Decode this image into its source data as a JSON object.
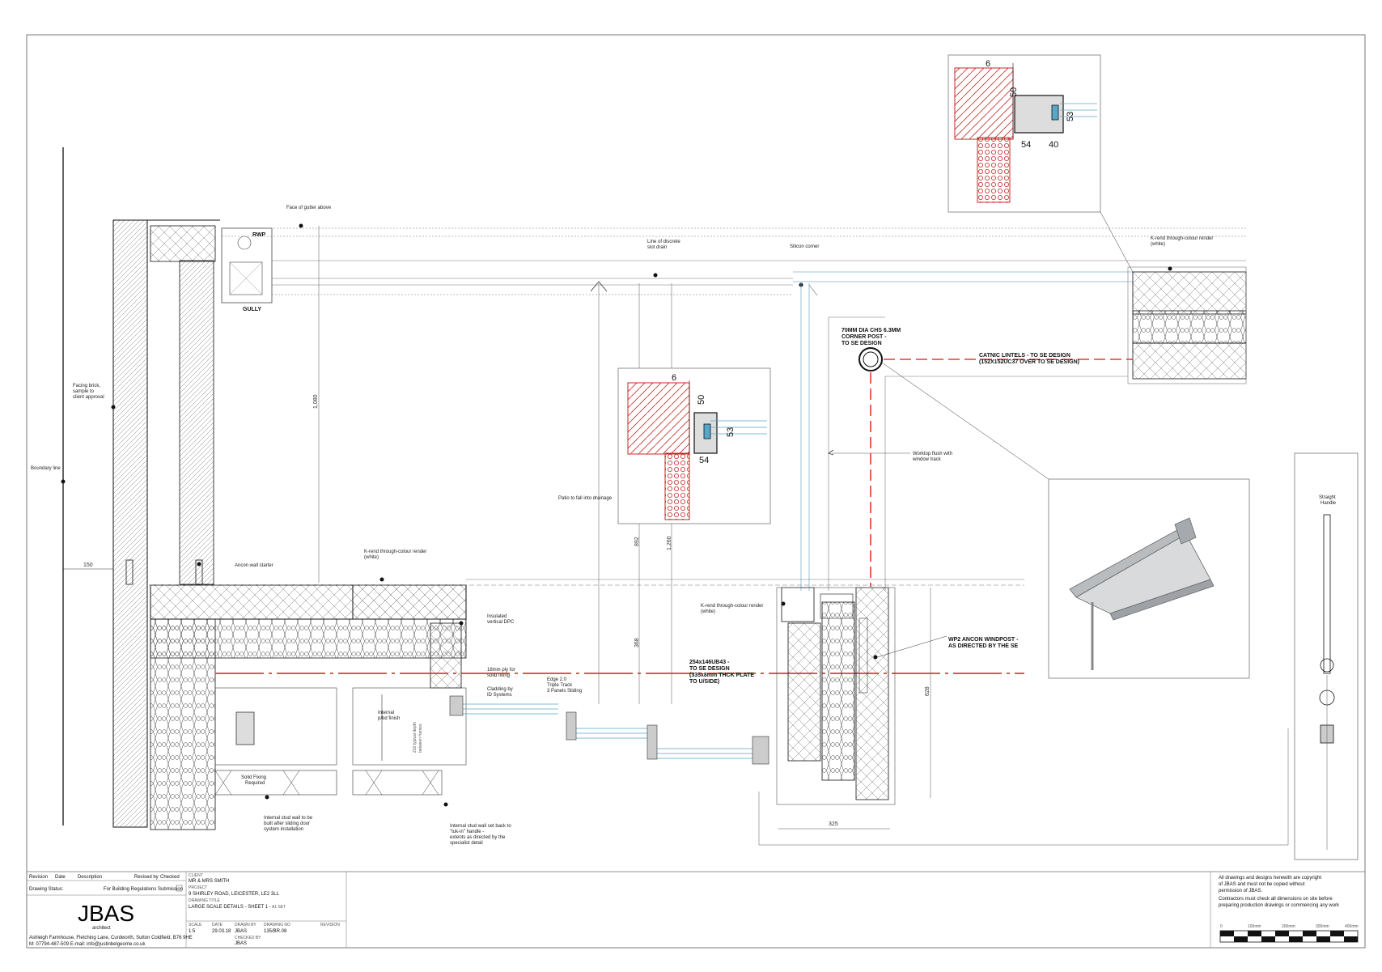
{
  "labels": {
    "gutter": "Face of gutter above",
    "rwp": "RWP",
    "gully": "GULLY",
    "slot_drain": [
      "Line of discrete",
      "slot drain"
    ],
    "silicon": "Silicon corner",
    "krender_top": [
      "K-rend through-colour render",
      "(white)"
    ],
    "facing_brick": [
      "Facing brick,",
      "sample to",
      "client approval"
    ],
    "boundary": "Boundary line",
    "post": [
      "70MM DIA CHS 6.3MM",
      "CORNER POST -",
      "TO SE DESIGN"
    ],
    "catnic": [
      "CATNIC LINTELS - TO SE DESIGN",
      "(152X152UC37 OVER TO SE DESIGN)"
    ],
    "worktop": [
      "Worktop flush with",
      "window track"
    ],
    "patio": "Patio to fall into drainage",
    "ancon_starter": "Ancon wall starter",
    "krender_mid": [
      "K-rend through-colour render",
      "(white)"
    ],
    "krender_right": [
      "K-rend through-colour render",
      "(white)"
    ],
    "dpc": [
      "Insulated",
      "vertical DPC"
    ],
    "ply": [
      "18mm ply for",
      "solid fixing"
    ],
    "cladding": [
      "Cladding by",
      "ID Systems"
    ],
    "edge": [
      "Edge 2.0",
      "Triple Track",
      "3 Panels Sliding"
    ],
    "beam": [
      "254x146UB43 -",
      "TO SE DESIGN",
      "(335x8mm THCK PLATE",
      "TO U/SIDE)"
    ],
    "windpost": [
      "WP2 ANCON WINDPOST -",
      "AS DIRECTED BY THE SE"
    ],
    "internal_pbd": [
      "Internal",
      "p/bd finish"
    ],
    "solid_fixing": [
      "Solid Fixing",
      "Required"
    ],
    "stud_wall": [
      "Internal stud wall to be",
      "built after sliding door",
      "system installation"
    ],
    "stud_setback": [
      "Internal stud wall set back to",
      "\"tuk-in\" handle -",
      "extents as directed by the",
      "specialist detail"
    ],
    "handle": [
      "Straight",
      "Handle"
    ],
    "reveal_text": [
      "210 typical depth",
      "between frames"
    ]
  },
  "dims": {
    "d1080": "1,080",
    "d892": "892",
    "d1260": "1,260",
    "d368": "368",
    "d628": "628",
    "d150": "150",
    "d325": "325",
    "d6": "6",
    "d50": "50",
    "d53": "53",
    "d54": "54",
    "d40": "40"
  },
  "titleblock": {
    "rev_headers": [
      "Revision",
      "Date",
      "Description",
      "Revised by",
      "Checked"
    ],
    "status_label": "Drawing Status:",
    "status_value": "For Building Regulations Submission",
    "logo": "JBAS",
    "logo_sub": "architect",
    "address": "Ashleigh Farmhouse, Fletching Lane, Curdworth, Sutton Coldfield, B76 9HE",
    "contact": "M: 07794-487-509 E-mail: info@justinbelgeorne.co.uk",
    "client_label": "CLIENT",
    "client": "MR & MRS SMITH",
    "project_label": "PROJECT",
    "project": "9 SHIRLEY ROAD, LEICESTER, LE2 3LL",
    "title_label": "DRAWING TITLE",
    "title": "LARGE SCALE DETAILS - SHEET 1 -",
    "title_set": "A1 SET",
    "scale_label": "SCALE",
    "scale": "1:5",
    "date_label": "DATE",
    "date": "29.03.18",
    "drawn_label": "DRAWN BY",
    "drawn": "JBAS",
    "checked_label": "CHECKED BY",
    "checked": "JBAS",
    "dwgno_label": "DRAWING NO",
    "dwgno": "135/BR.08",
    "revision_label": "REVISION",
    "copyright": [
      "All drawings and designs herewith are copyright",
      "of JBAS and must not be copied without",
      "permission of JBAS.",
      "Contractors must check all dimensions on site before",
      "preparing production drawings or commencing any work"
    ],
    "scalebar": [
      "0",
      "100mm",
      "200mm",
      "300mm",
      "400mm"
    ]
  },
  "colors": {
    "line": "#1a1a1a",
    "red": "#e53935",
    "hatch": "#c62828",
    "glazing": "#5aa6c8",
    "grey": "#888888"
  }
}
